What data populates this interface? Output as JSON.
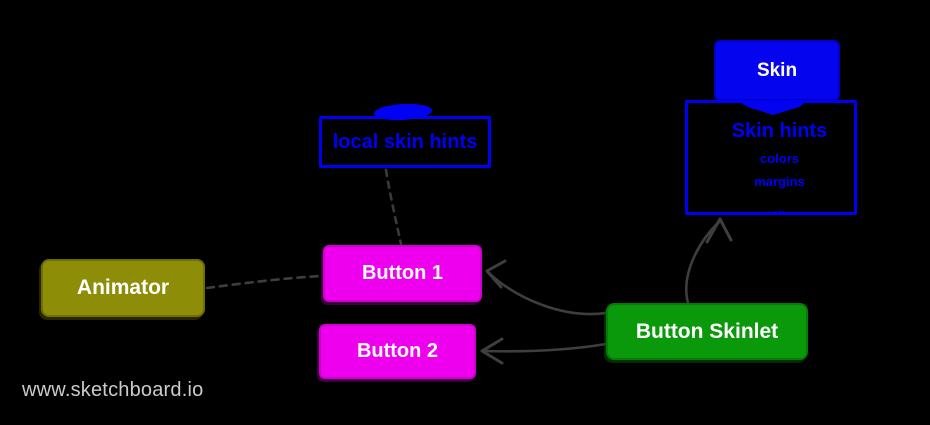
{
  "watermark": "www.sketchboard.io",
  "colors": {
    "background": "#000000",
    "blue": "#0000f5",
    "magenta": "#ee00ee",
    "green": "#0a990a",
    "olive": "#8d8d08",
    "connector_gray": "#3e3e3e",
    "watermark_gray": "#cbcbcb",
    "node_text_white": "#ffffff"
  },
  "nodes": {
    "skin": {
      "label": "Skin"
    },
    "skin_hints": {
      "title": "Skin hints",
      "items": [
        "colors",
        "margins",
        "..."
      ]
    },
    "local_skin_hints": {
      "label": "local skin hints"
    },
    "animator": {
      "label": "Animator"
    },
    "button1": {
      "label": "Button 1"
    },
    "button2": {
      "label": "Button 2"
    },
    "button_skinlet": {
      "label": "Button Skinlet"
    }
  },
  "connections": {
    "animator_to_button1": "dashed",
    "local_skin_hints_to_button1": "dashed",
    "button_skinlet_to_button1": "arrow",
    "button_skinlet_to_button2": "arrow",
    "button_skinlet_to_skin_hints": "arrow",
    "skin_to_skin_hints": "attached"
  }
}
